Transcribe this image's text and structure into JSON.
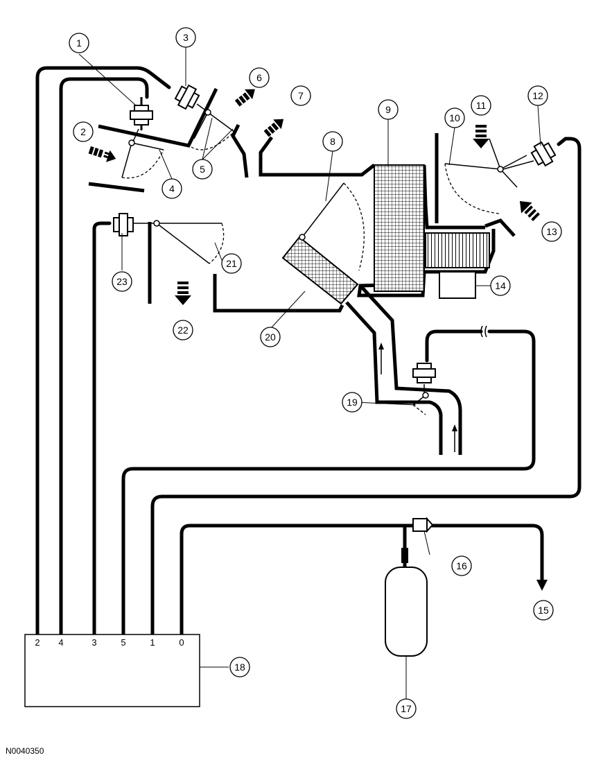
{
  "diagram_code": "N0040350",
  "callouts": [
    "1",
    "2",
    "3",
    "4",
    "5",
    "6",
    "7",
    "8",
    "9",
    "10",
    "11",
    "12",
    "13",
    "14",
    "15",
    "16",
    "17",
    "18",
    "19",
    "20",
    "21",
    "22",
    "23"
  ],
  "control_module_ports": [
    "2",
    "4",
    "3",
    "5",
    "1",
    "0"
  ]
}
